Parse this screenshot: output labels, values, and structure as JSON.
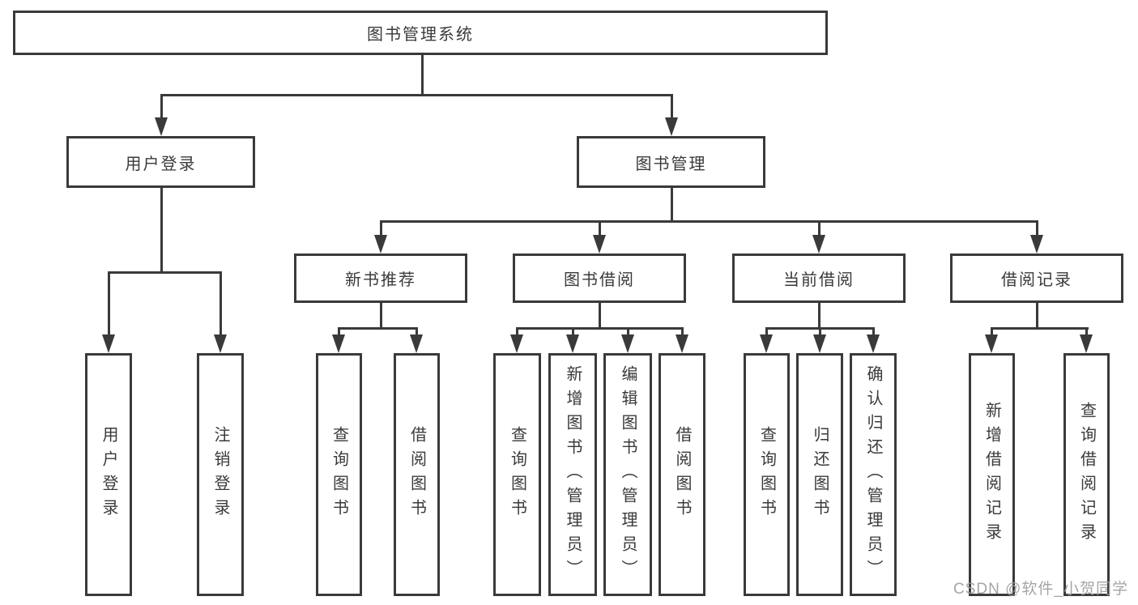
{
  "title": "图书管理系统",
  "watermark": "CSDN @软件_小贺同学",
  "colors": {
    "line": "#3a3a3a",
    "text": "#3a3a3a",
    "watermark": "#9e9e9e",
    "background": "#ffffff"
  },
  "tree": {
    "id": "root",
    "label": "图书管理系统",
    "children": [
      {
        "id": "user-login",
        "label": "用户登录",
        "children": [
          {
            "id": "login",
            "label": "用户登录"
          },
          {
            "id": "logout",
            "label": "注销登录"
          }
        ]
      },
      {
        "id": "book-mgmt",
        "label": "图书管理",
        "children": [
          {
            "id": "new-book-rec",
            "label": "新书推荐",
            "children": [
              {
                "id": "nbr-query",
                "label": "查询图书"
              },
              {
                "id": "nbr-borrow",
                "label": "借阅图书"
              }
            ]
          },
          {
            "id": "book-borrow",
            "label": "图书借阅",
            "children": [
              {
                "id": "bb-query",
                "label": "查询图书"
              },
              {
                "id": "bb-add",
                "label": "新增图书（管理员）"
              },
              {
                "id": "bb-edit",
                "label": "编辑图书（管理员）"
              },
              {
                "id": "bb-borrow",
                "label": "借阅图书"
              }
            ]
          },
          {
            "id": "current-borrow",
            "label": "当前借阅",
            "children": [
              {
                "id": "cb-query",
                "label": "查询图书"
              },
              {
                "id": "cb-return",
                "label": "归还图书"
              },
              {
                "id": "cb-confirm",
                "label": "确认归还（管理员）"
              }
            ]
          },
          {
            "id": "borrow-records",
            "label": "借阅记录",
            "children": [
              {
                "id": "br-add",
                "label": "新增借阅记录"
              },
              {
                "id": "br-query",
                "label": "查询借阅记录"
              }
            ]
          }
        ]
      }
    ]
  }
}
